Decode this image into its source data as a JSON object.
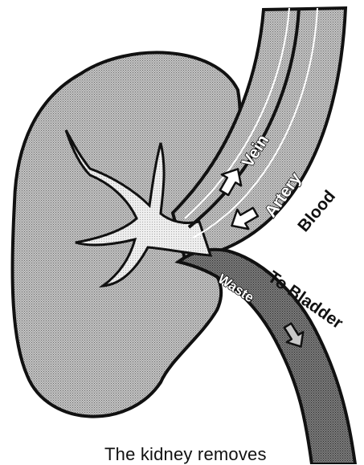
{
  "labels": {
    "vein": "Vein",
    "artery": "Artery",
    "blood": "Blood",
    "waste": "Waste",
    "to_bladder": "To Bladder"
  },
  "caption": "The kidney removes",
  "colors": {
    "outline": "#111111",
    "kidney_fill": "#b0b0b0",
    "pelvis_fill": "#e2e2e2",
    "vessel_fill": "#d0d0d0",
    "ureter_fill": "#5e5e5e",
    "background": "#ffffff"
  },
  "icons": {
    "vein_flow": "arrow-up-right-icon",
    "artery_flow": "arrow-down-left-icon",
    "waste_flow": "arrow-down-right-icon"
  }
}
